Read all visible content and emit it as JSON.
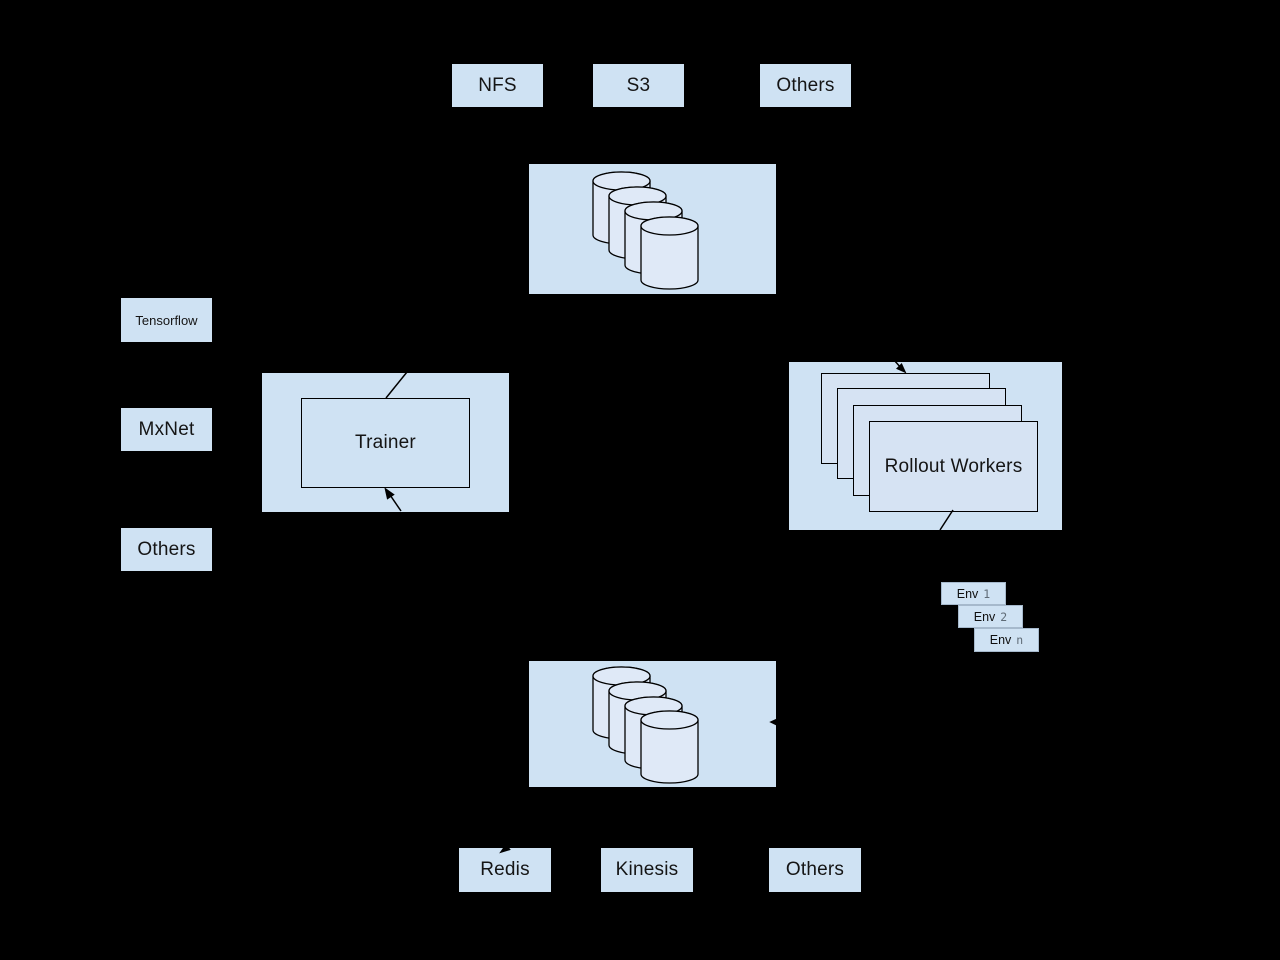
{
  "diagram": {
    "storage_backends": [
      {
        "label": "NFS"
      },
      {
        "label": "S3"
      },
      {
        "label": "Others"
      }
    ],
    "frameworks": [
      {
        "label": "Tensorflow"
      },
      {
        "label": "MxNet"
      },
      {
        "label": "Others"
      }
    ],
    "trainer": {
      "label": "Trainer"
    },
    "rollout_workers": {
      "label": "Rollout Workers"
    },
    "environments": [
      {
        "prefix": "Env",
        "id": "1"
      },
      {
        "prefix": "Env",
        "id": "2"
      },
      {
        "prefix": "Env",
        "id": "n"
      }
    ],
    "memory_backends": [
      {
        "label": "Redis"
      },
      {
        "label": "Kinesis"
      },
      {
        "label": "Others"
      }
    ],
    "colors": {
      "background": "#000000",
      "node_fill": "#cfe2f3",
      "stack_fill": "#d6e3f3",
      "cylinder_fill": "#dfe9f7",
      "stroke": "#000000",
      "env_id_text": "#5f6b76"
    }
  }
}
